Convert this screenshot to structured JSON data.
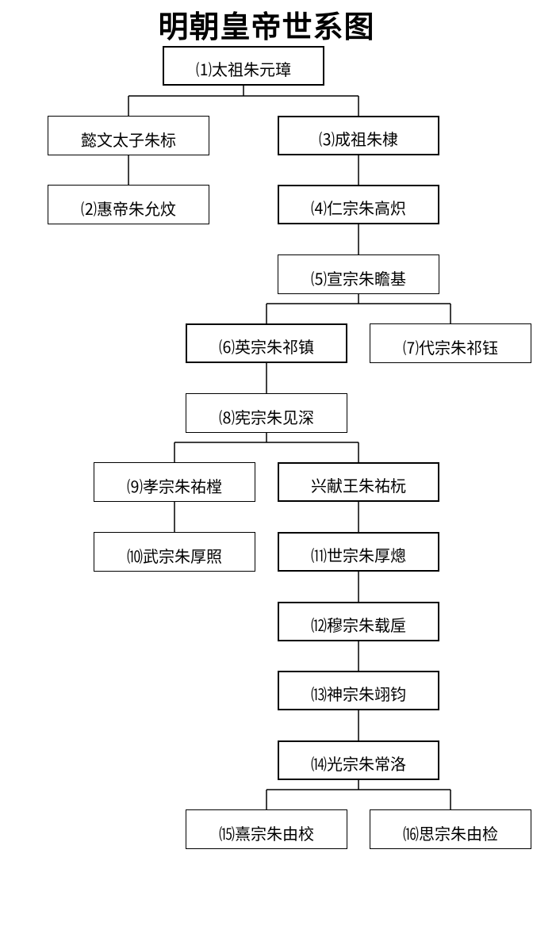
{
  "title": "明朝皇帝世系图",
  "nodes": {
    "taizu": "⑴太祖朱元璋",
    "yiwen": "懿文太子朱标",
    "chengzu": "⑶成祖朱棣",
    "huidi": "⑵惠帝朱允炆",
    "renzong": "⑷仁宗朱高炽",
    "xuanzong": "⑸宣宗朱瞻基",
    "yingzong": "⑹英宗朱祁镇",
    "daizong": "⑺代宗朱祁钰",
    "xianzong": "⑻宪宗朱见深",
    "xiaozong": "⑼孝宗朱祐樘",
    "xingxian": "兴献王朱祐杬",
    "wuzong": "⑽武宗朱厚照",
    "shizong": "⑾世宗朱厚熜",
    "muzong": "⑿穆宗朱载垕",
    "shenzong": "⒀神宗朱翊钧",
    "guangzong": "⒁光宗朱常洛",
    "xizong": "⒂熹宗朱由校",
    "sizong": "⒃思宗朱由检"
  }
}
